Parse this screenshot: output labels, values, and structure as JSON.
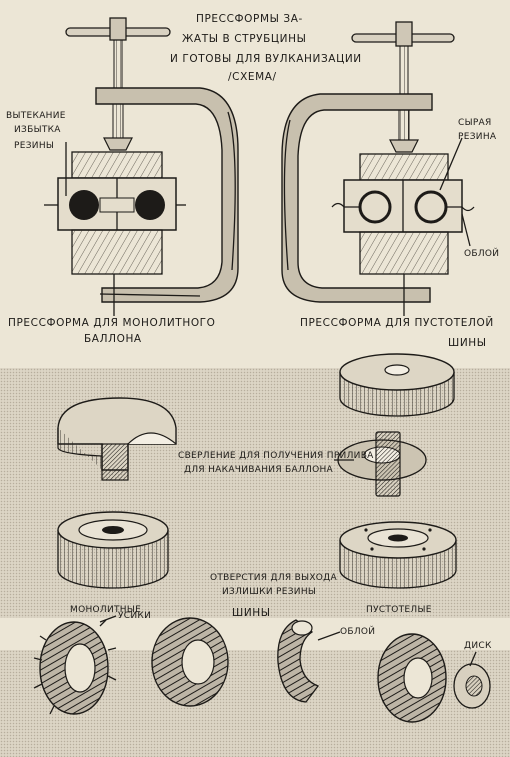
{
  "labels": {
    "title_line1": "ПРЕССФОРМЫ ЗА-",
    "title_line2": "ЖАТЫ В СТРУБЦИНЫ",
    "title_line3": "И ГОТОВЫ ДЛЯ ВУЛКАНИЗАЦИИ",
    "title_line4": "/СХЕМА/",
    "overflow_line1": "ВЫТЕКАНИЕ",
    "overflow_line2": "ИЗБЫТКА",
    "overflow_line3": "РЕЗИНЫ",
    "raw_rubber_line1": "СЫРАЯ",
    "raw_rubber_line2": "РЕЗИНА",
    "flash_right": "ОБЛОЙ",
    "mold_solid_line1": "ПРЕССФОРМА ДЛЯ МОНОЛИТНОГО",
    "mold_solid_line2": "БАЛЛОНА",
    "mold_hollow_line1": "ПРЕССФОРМА ДЛЯ ПУСТОТЕЛОЙ",
    "mold_hollow_line2": "ШИНЫ",
    "drilling_line1": "СВЕРЛЕНИЕ ДЛЯ ПОЛУЧЕНИЯ ПРИЛИВА",
    "drilling_line2": "ДЛЯ НАКАЧИВАНИЯ   БАЛЛОНА",
    "holes_line1": "ОТВЕРСТИЯ ДЛЯ ВЫХОДА",
    "holes_line2": "ИЗЛИШКИ РЕЗИНЫ",
    "solid": "МОНОЛИТНЫЕ",
    "tires": "ШИНЫ",
    "hollow": "ПУСТОТЕЛЫЕ",
    "whiskers": "УСИКИ",
    "flash_bottom": "ОБЛОЙ",
    "disk": "ДИСК"
  },
  "colors": {
    "ink": "#1d1b18",
    "paper": "#ece6d6",
    "band": "#dcd5c5"
  }
}
